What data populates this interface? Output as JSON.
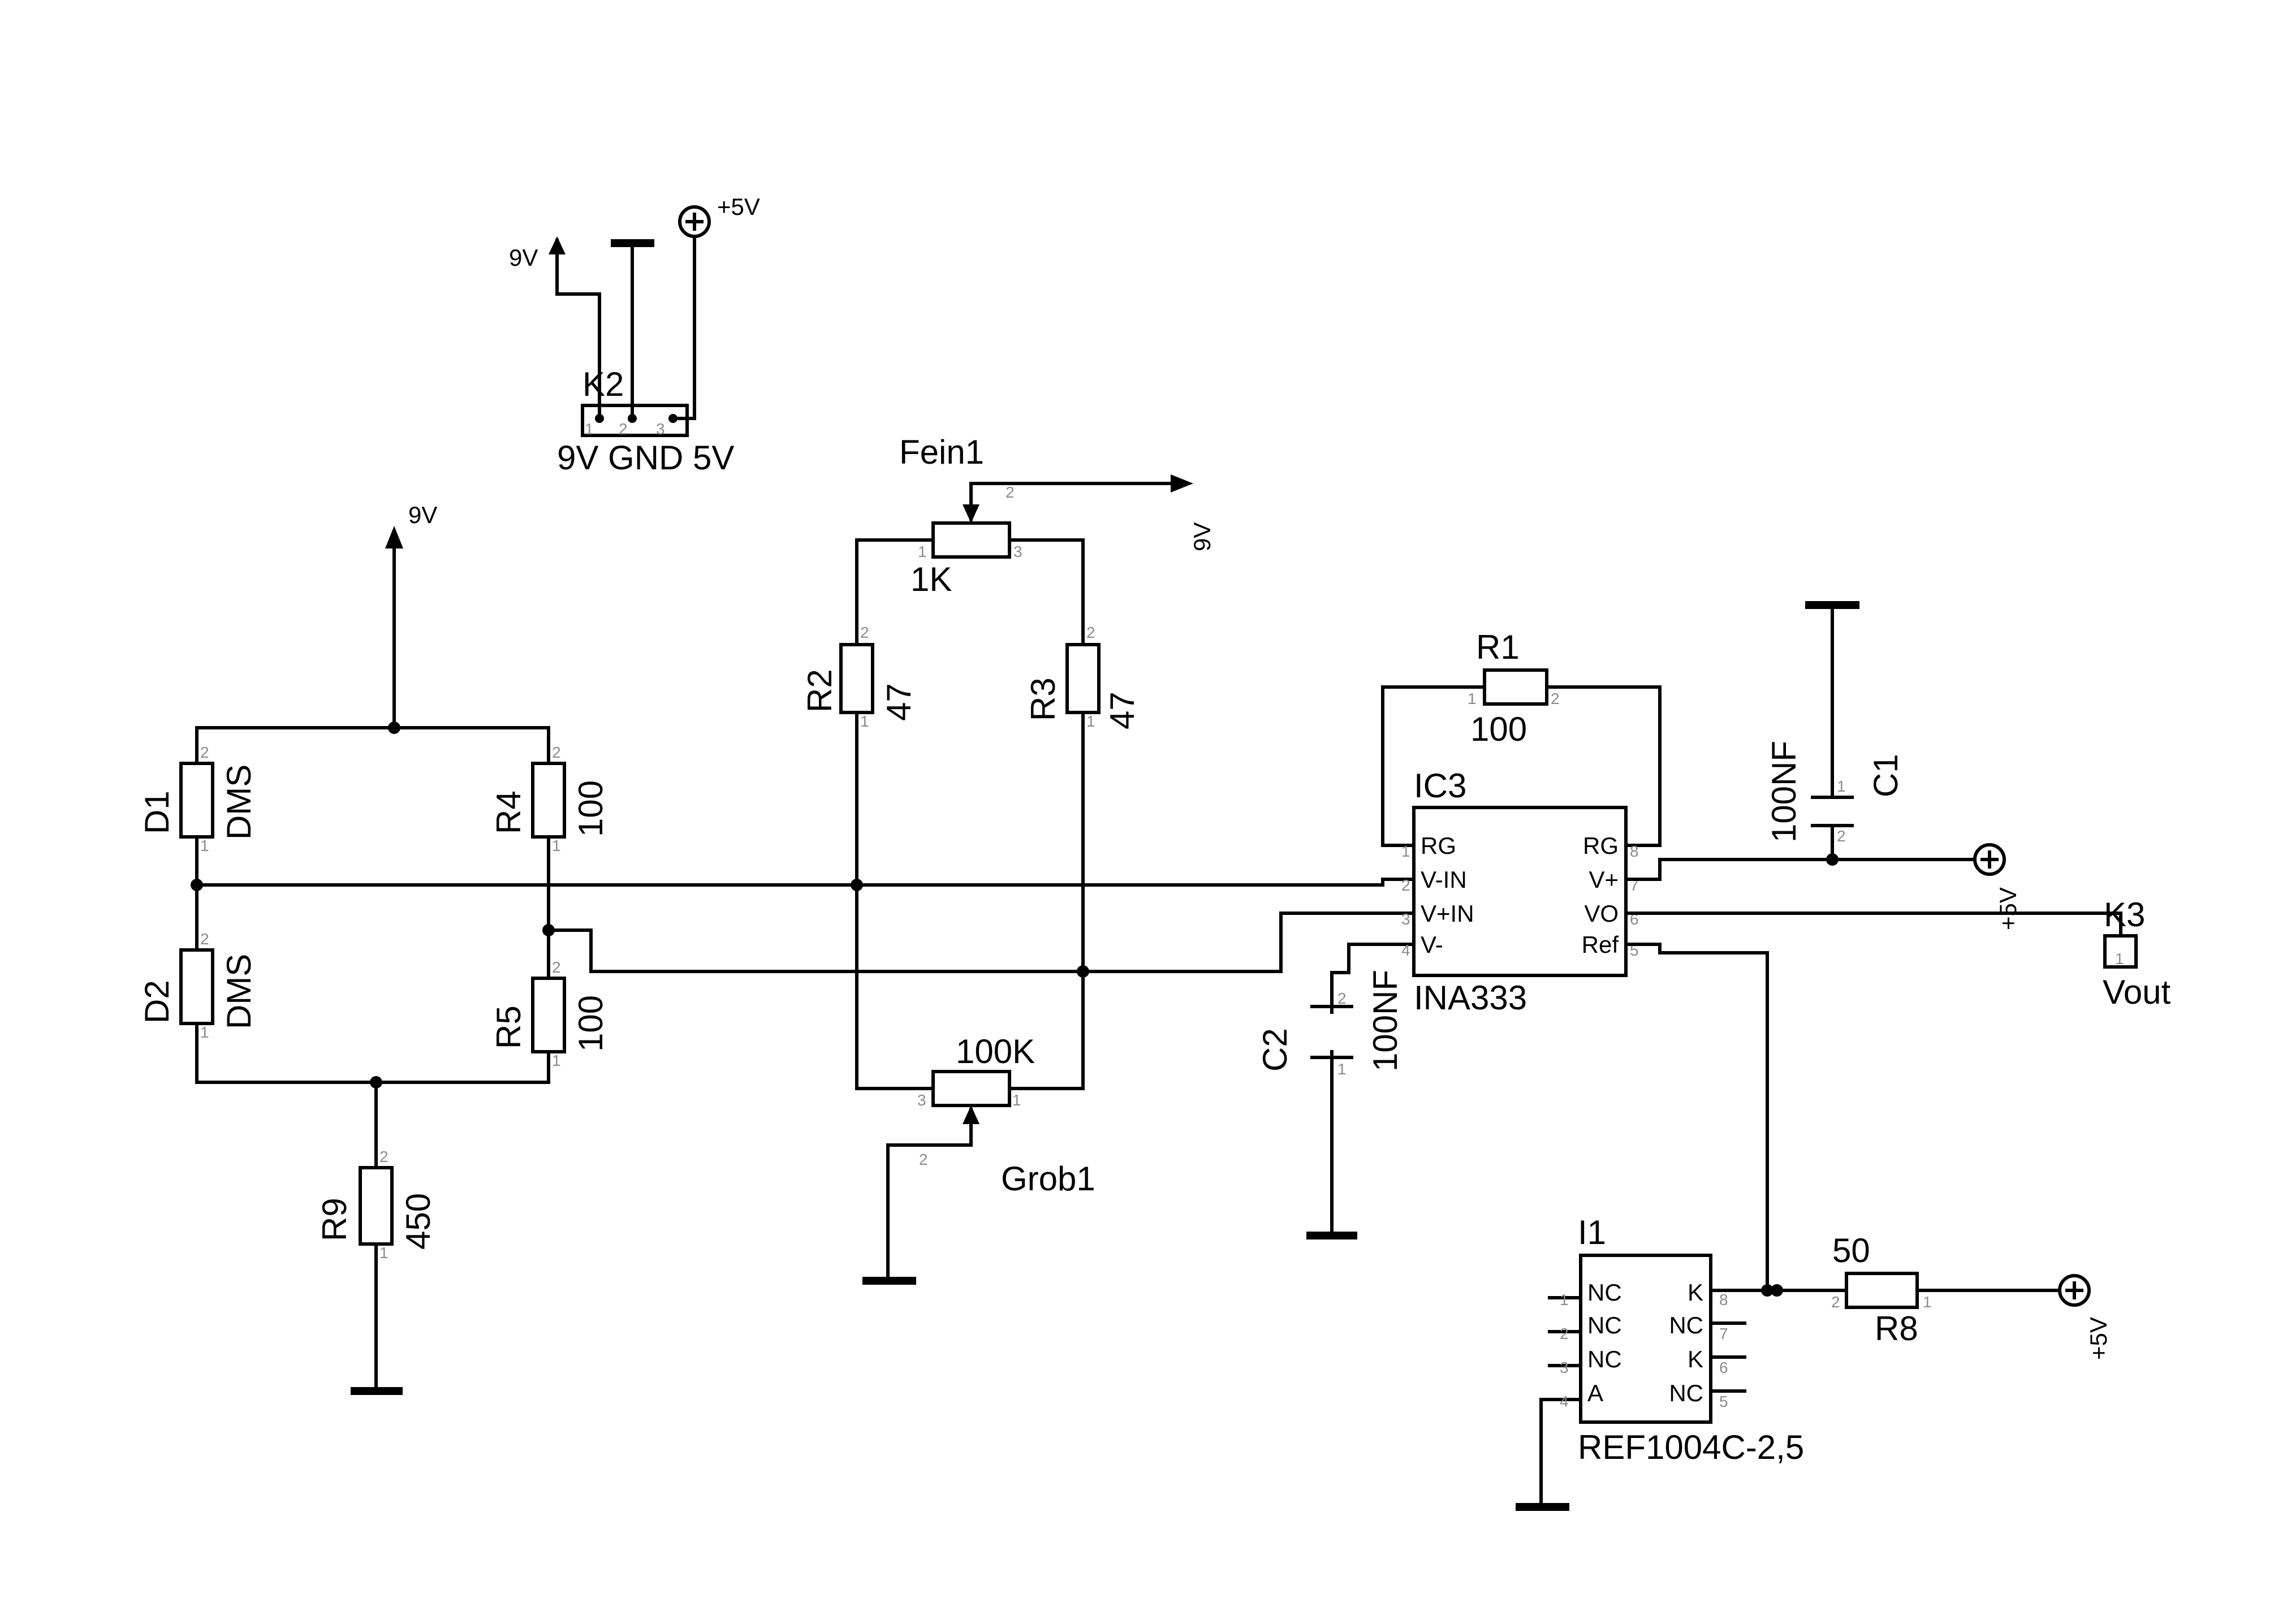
{
  "colors": {
    "ink": "#000000",
    "pin_number": "#8c8c8c",
    "background": "#ffffff"
  },
  "power": {
    "nine_v": "9V",
    "five_v": "+5V"
  },
  "connectors": {
    "k2": {
      "name": "K2",
      "pins": "9V GND 5V"
    },
    "k3": {
      "name": "K3",
      "label": "Vout"
    }
  },
  "components": {
    "d1": {
      "name": "D1",
      "value": "DMS"
    },
    "d2": {
      "name": "D2",
      "value": "DMS"
    },
    "r4": {
      "name": "R4",
      "value": "100"
    },
    "r5": {
      "name": "R5",
      "value": "100"
    },
    "r9": {
      "name": "R9",
      "value": "450"
    },
    "fein1": {
      "name": "Fein1",
      "value": "1K"
    },
    "r2": {
      "name": "R2",
      "value": "47"
    },
    "r3": {
      "name": "R3",
      "value": "47"
    },
    "grob1": {
      "name": "Grob1",
      "value": "100K"
    },
    "r1": {
      "name": "R1",
      "value": "100"
    },
    "c1": {
      "name": "C1",
      "value": "100NF"
    },
    "c2": {
      "name": "C2",
      "value": "100NF"
    },
    "r8": {
      "name": "R8",
      "value": "50"
    }
  },
  "ic3": {
    "name": "IC3",
    "part": "INA333",
    "left_pins": [
      "RG",
      "V-IN",
      "V+IN",
      "V-"
    ],
    "right_pins": [
      "RG",
      "V+",
      "VO",
      "Ref"
    ]
  },
  "i1": {
    "name": "I1",
    "part": "REF1004C-2,5",
    "left_pins": [
      "NC",
      "NC",
      "NC",
      "A"
    ],
    "right_pins": [
      "K",
      "NC",
      "K",
      "NC"
    ]
  }
}
